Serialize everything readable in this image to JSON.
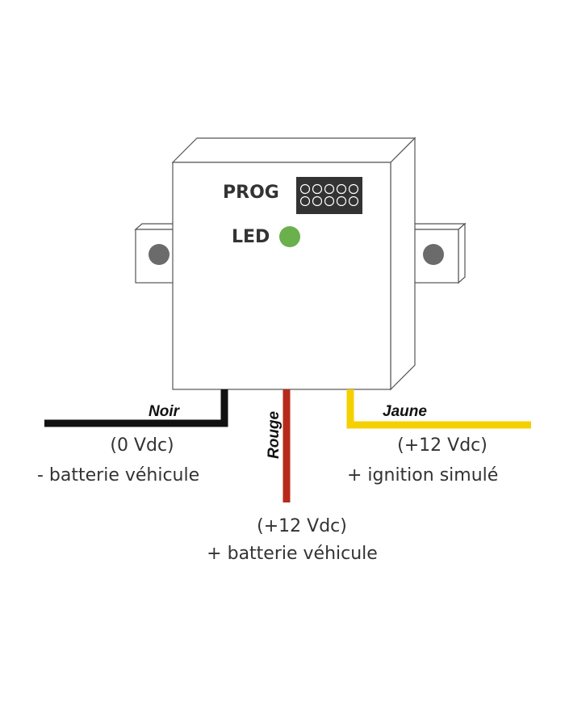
{
  "device": {
    "prog_label": "PROG",
    "led_label": "LED",
    "led_color": "#6ab04c",
    "connector_color": "#333333"
  },
  "wires": [
    {
      "id": "black",
      "name": "Noir",
      "color": "#111111",
      "voltage": "(0 Vdc)",
      "function": "- batterie véhicule"
    },
    {
      "id": "red",
      "name": "Rouge",
      "color": "#b62a1b",
      "voltage": "(+12 Vdc)",
      "function": "+ batterie véhicule"
    },
    {
      "id": "yellow",
      "name": "Jaune",
      "color": "#f5d000",
      "voltage": "(+12 Vdc)",
      "function": "+ ignition simulé"
    }
  ]
}
